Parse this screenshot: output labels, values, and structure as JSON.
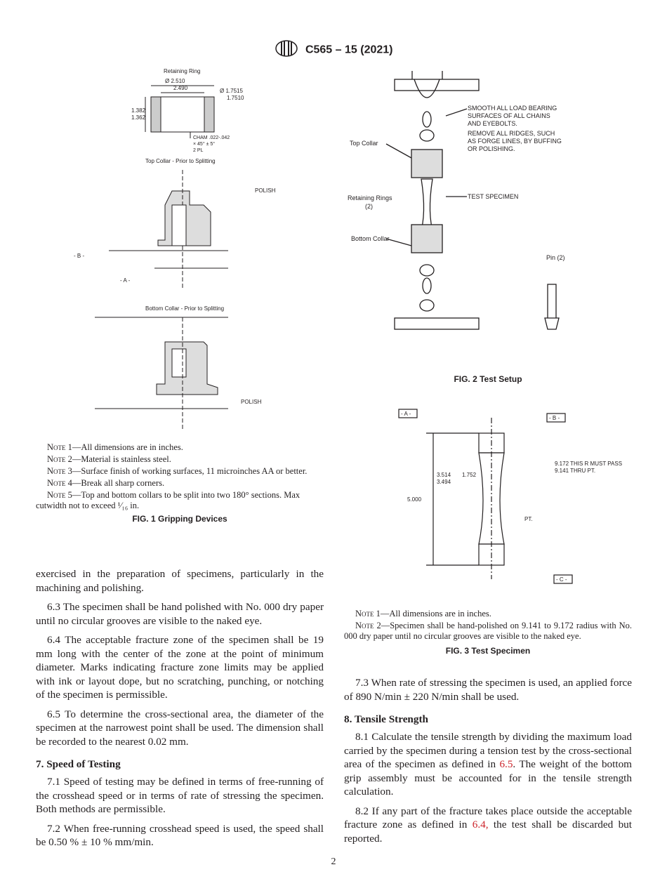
{
  "header": {
    "logo": "ASTM",
    "designation": "C565 – 15 (2021)"
  },
  "fig1": {
    "caption": "FIG. 1 Gripping Devices",
    "labels": {
      "retaining_ring": "Retaining Ring",
      "top_collar": "Top Collar - Prior to Splitting",
      "bottom_collar": "Bottom Collar - Prior to Splitting",
      "d1": "Ø 2.510",
      "d1b": "2.490",
      "d2": "Ø 1.7515",
      "d2b": "1.7510",
      "h1": "1.382",
      "h1b": "1.362",
      "cham": "CHAM .022-.042",
      "cham2": "× 45° ± 5°",
      "cham3": "2 PL",
      "polish": "POLISH",
      "b_ref": "- B -",
      "a_ref": "- A -"
    },
    "notes": [
      {
        "label": "Note 1",
        "text": "—All dimensions are in inches."
      },
      {
        "label": "Note 2",
        "text": "—Material is stainless steel."
      },
      {
        "label": "Note 3",
        "text": "—Surface finish of working surfaces, 11 microinches AA or better."
      },
      {
        "label": "Note 4",
        "text": "—Break all sharp corners."
      },
      {
        "label": "Note 5",
        "text": "—Top and bottom collars to be split into two 180° sections. Max cutwidth not to exceed ¹⁄₁₆ in."
      }
    ]
  },
  "fig2": {
    "caption": "FIG. 2  Test Setup",
    "labels": {
      "smooth": "SMOOTH ALL LOAD BEARING",
      "smooth2": "SURFACES OF ALL CHAINS",
      "smooth3": "AND EYEBOLTS.",
      "remove": "REMOVE ALL RIDGES, SUCH",
      "remove2": "AS FORGE LINES, BY BUFFING",
      "remove3": "OR POLISHING.",
      "top_collar": "Top Collar",
      "retaining": "Retaining Rings",
      "retaining2": "(2)",
      "specimen": "TEST SPECIMEN",
      "bottom_collar": "Bottom Collar",
      "pin": "Pin (2)"
    }
  },
  "fig3": {
    "caption": "FIG. 3 Test Specimen",
    "labels": {
      "a_ref": "- A -",
      "b_ref": "- B -",
      "c_ref": "- C -",
      "radius_note": "9.172 THIS R MUST PASS",
      "radius_note2": "9.141 THRU PT.",
      "pt": "PT.",
      "len": "5.000",
      "r1": "3.514",
      "r1b": "3.494",
      "mid": "1.752"
    },
    "notes": [
      {
        "label": "Note 1",
        "text": "—All dimensions are in inches."
      },
      {
        "label": "Note 2",
        "text": "—Specimen shall be hand-polished on 9.141 to 9.172 radius with No. 000 dry paper until no circular grooves are visible to the naked eye."
      }
    ]
  },
  "left_text": {
    "p_cont": "exercised in the preparation of specimens, particularly in the machining and polishing.",
    "p63": "6.3 The specimen shall be hand polished with No. 000 dry paper until no circular grooves are visible to the naked eye.",
    "p64": "6.4 The acceptable fracture zone of the specimen shall be 19 mm long with the center of the zone at the point of minimum diameter. Marks indicating fracture zone limits may be applied with ink or layout dope, but no scratching, punching, or notching of the specimen is permissible.",
    "p65": "6.5 To determine the cross-sectional area, the diameter of the specimen at the narrowest point shall be used. The dimension shall be recorded to the nearest 0.02 mm.",
    "h7": "7. Speed of Testing",
    "p71": "7.1 Speed of testing may be defined in terms of free-running of the crosshead speed or in terms of rate of stressing the specimen. Both methods are permissible.",
    "p72": "7.2 When free-running crosshead speed is used, the speed shall be 0.50 % ± 10 % mm/min."
  },
  "right_text": {
    "p73": "7.3 When rate of stressing the specimen is used, an applied force of 890 N/min ± 220 N/min shall be used.",
    "h8": "8. Tensile Strength",
    "p81a": "8.1 Calculate the tensile strength by dividing the maximum load carried by the specimen during a tension test by the cross-sectional area of the specimen as defined in ",
    "p81link": "6.5",
    "p81b": ". The weight of the bottom grip assembly must be accounted for in the tensile strength calculation.",
    "p82a": "8.2 If any part of the fracture takes place outside the acceptable fracture zone as defined in ",
    "p82link": "6.4,",
    "p82b": " the test shall be discarded but reported."
  },
  "page_number": "2"
}
